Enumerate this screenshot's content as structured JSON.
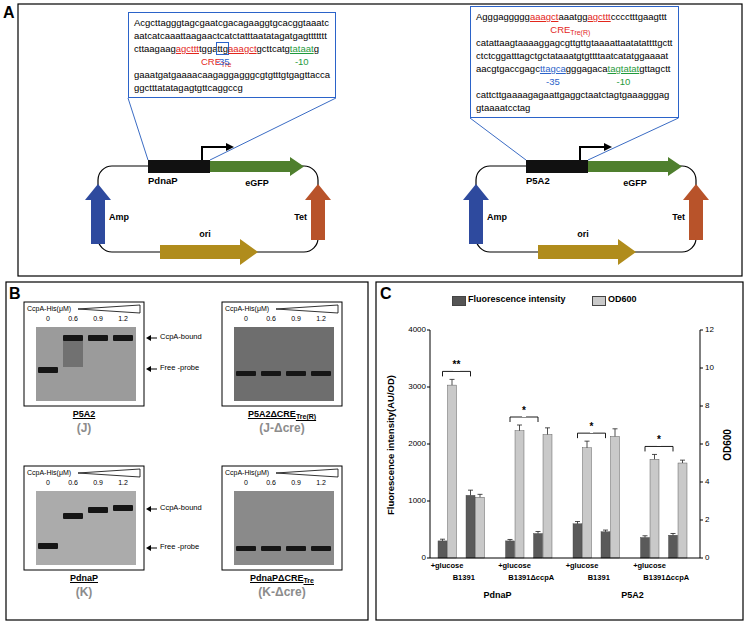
{
  "diagram": {
    "nodes": [
      {
        "text": [
          "Acgcttagggtagcgaatcgacagaaggtgcacggtaaatc",
          "aatcatcaaattaagaactcatctatttaatatagatgagttttttt",
          "cttaagaag",
          "agcttt",
          "tgga",
          "ttg",
          "aaagct",
          "gcttcatg",
          "tataat",
          "g",
          "CRE",
          "Tre",
          "-35",
          "-10",
          "gaaatgatgaaaacaagaggagggcgtgtttgtgagttacca",
          "ggctttatatagagtgttcaggccg"
        ]
      },
      {
        "text": [
          "PdnaP"
        ]
      },
      {
        "text": [
          "Agggaggggg",
          "aaagct",
          "aaatgg",
          "agcttt",
          "cccctttgaagttt",
          "CRE",
          "Tre(R)",
          "catattaagtaaaaggagcgttgttgtaaaattaatatattttgctt",
          "ctctcggatttagctgctataaatgtgttttaatcatatggaaaat",
          "aacgtgaccgagc",
          "ttagca",
          "gggagaca",
          "tagtatat",
          "gttagctt",
          "-35",
          "-10",
          "cattcttgaaaagagaattgaggctaatctagtgaaagggag",
          "gtaaaatcctag"
        ]
      },
      {
        "text": [
          "P5A2"
        ]
      }
    ],
    "edges": [
      {
        "from": 0,
        "to": 1,
        "arrow": "none"
      },
      {
        "from": 0,
        "to": 1,
        "arrow": "none"
      },
      {
        "from": 2,
        "to": 3,
        "arrow": "none"
      },
      {
        "from": 2,
        "to": 3,
        "arrow": "none"
      }
    ],
    "labels": [
      "A",
      "eGFP",
      "Amp",
      "Tet",
      "ori",
      "eGFP",
      "Amp",
      "Tet",
      "ori",
      "B",
      "CcpA-His(μM)",
      "0",
      "0.6",
      "0.9",
      "1.2",
      "P5A2",
      "(J)",
      "CcpA-His(μM)",
      "0",
      "0.6",
      "0.9",
      "1.2",
      "P5A2ΔCRE",
      "Tre(R)",
      "(J-Δcre)",
      "CcpA-His(μM)",
      "0",
      "0.6",
      "0.9",
      "1.2",
      "PdnaP",
      "(K)",
      "CcpA-His(μM)",
      "0",
      "0.6",
      "0.9",
      "1.2",
      "PdnaPΔCRE",
      "Tre",
      "(K-Δcre)",
      "CcpA-bound",
      "Free -probe",
      "CcpA-bound",
      "Free -probe",
      "C",
      "Fluorescence intensity(AU/OD)",
      "OD600",
      "0",
      "1000",
      "2000",
      "3000",
      "4000",
      "0",
      "2",
      "4",
      "6",
      "8",
      "10",
      "12",
      "+glucose",
      "+glucose",
      "+glucose",
      "+glucose",
      "B1391",
      "B1391ΔccpA",
      "B1391",
      "B1391ΔccpA",
      "PdnaP",
      "P5A2",
      "**",
      "*",
      "*",
      "*"
    ],
    "legend": [
      {
        "text": "Fluorescence intensity",
        "color": "#555555"
      },
      {
        "text": "OD600",
        "color": "#c9c9c9"
      }
    ]
  }
}
